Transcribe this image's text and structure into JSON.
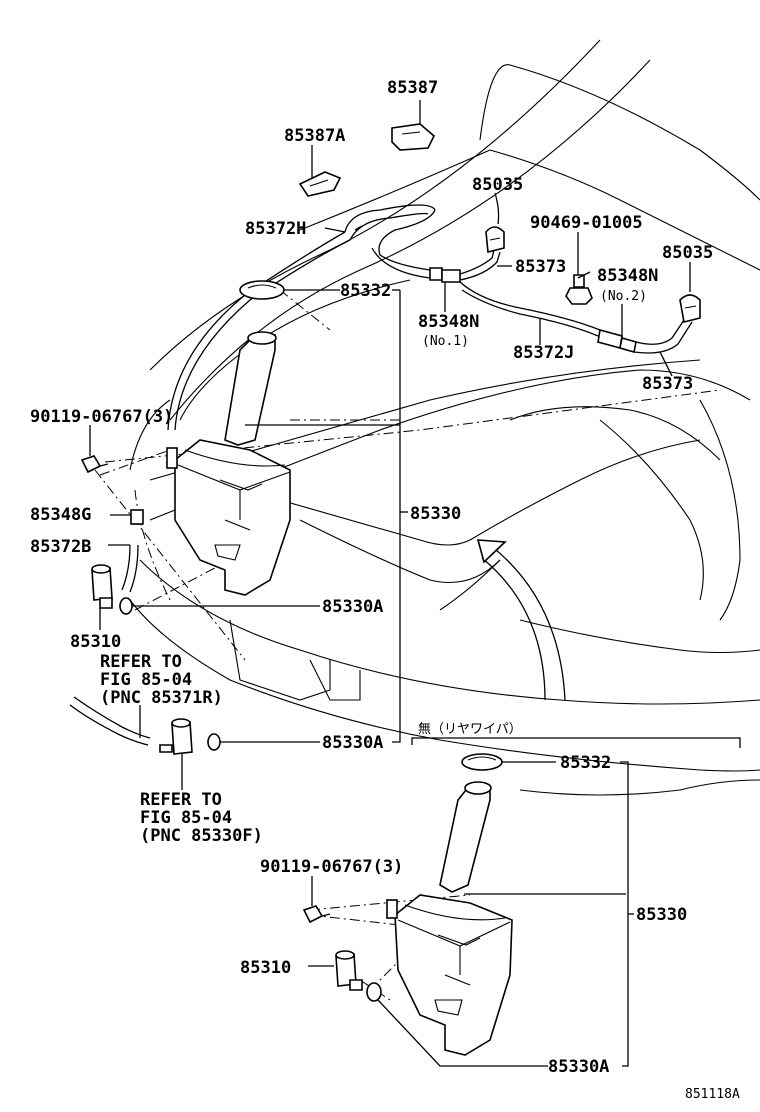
{
  "diagram_id": "851118A",
  "labels": {
    "p85387": "85387",
    "p85387A": "85387A",
    "p85035_a": "85035",
    "p90469": "90469-01005",
    "p85035_b": "85035",
    "p85372H": "85372H",
    "p85373_a": "85373",
    "p85348N_2": "85348N",
    "no2": "(No.2)",
    "p85332_a": "85332",
    "p85348N_1": "85348N",
    "no1": "(No.1)",
    "p85372J": "85372J",
    "p85373_b": "85373",
    "p90119_a": "90119-06767(3)",
    "p85348G": "85348G",
    "p85330_a": "85330",
    "p85372B": "85372B",
    "p85330A_a": "85330A",
    "p85310_a": "85310",
    "ref1_l1": "REFER TO",
    "ref1_l2": "FIG 85-04",
    "ref1_l3": "(PNC 85371R)",
    "p85330A_b": "85330A",
    "jp_note": "無（リヤワイパ）",
    "p85332_b": "85332",
    "ref2_l1": "REFER TO",
    "ref2_l2": "FIG 85-04",
    "ref2_l3": "(PNC 85330F)",
    "p90119_b": "90119-06767(3)",
    "p85330_b": "85330",
    "p85310_b": "85310",
    "p85330A_c": "85330A"
  }
}
